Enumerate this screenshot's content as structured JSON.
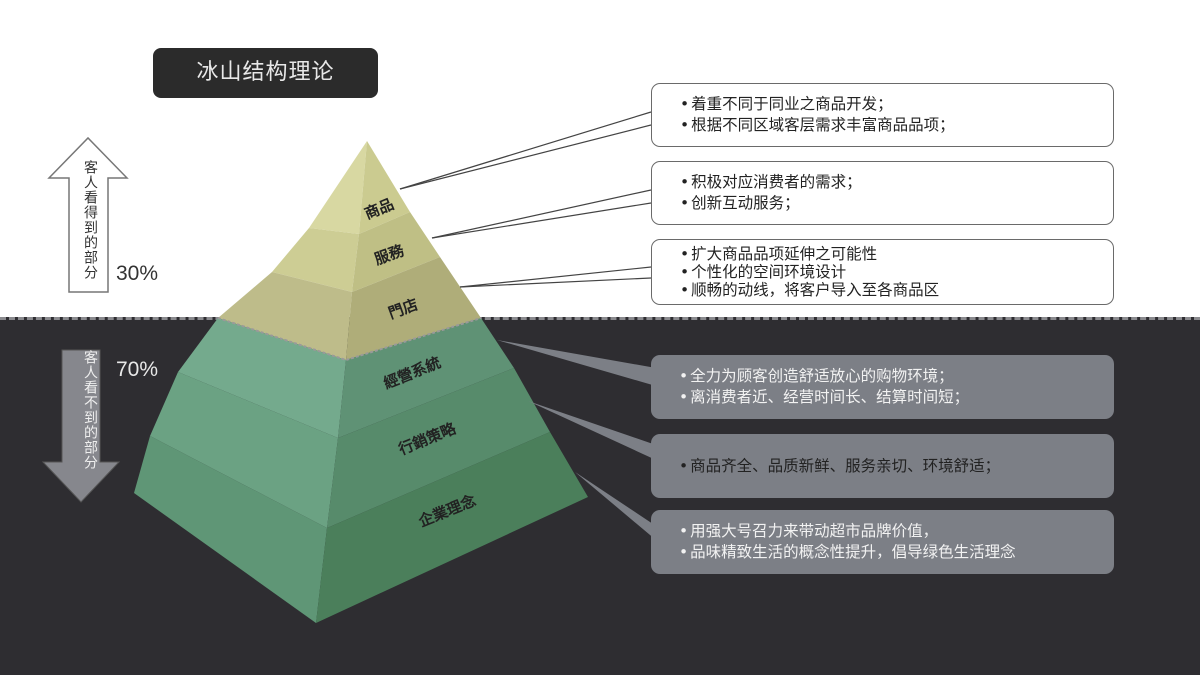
{
  "title": "冰山结构理论",
  "visible_section": {
    "arrow_label": "客人看得到的部分",
    "percent": "30%"
  },
  "hidden_section": {
    "arrow_label": "客人看不到的部分",
    "percent": "70%"
  },
  "pyramid": {
    "layers": [
      {
        "label": "商品",
        "zone": "visible",
        "color_left": "#d6d69e",
        "color_right": "#c9c98e"
      },
      {
        "label": "服務",
        "zone": "visible",
        "color_left": "#cbcb92",
        "color_right": "#bdbd83"
      },
      {
        "label": "門店",
        "zone": "visible",
        "color_left": "#bdbb88",
        "color_right": "#aeac78"
      },
      {
        "label": "經營系統",
        "zone": "hidden",
        "color_left": "#72a88b",
        "color_right": "#5f9174"
      },
      {
        "label": "行銷策略",
        "zone": "hidden",
        "color_left": "#699f81",
        "color_right": "#568a6a"
      },
      {
        "label": "企業理念",
        "zone": "hidden",
        "color_left": "#5e9474",
        "color_right": "#4b7f5b"
      }
    ]
  },
  "callouts": [
    {
      "layer": "商品",
      "lines": [
        "着重不同于同业之商品开发；",
        "根据不同区域客层需求丰富商品品项；"
      ]
    },
    {
      "layer": "服務",
      "lines": [
        "积极对应消费者的需求；",
        "创新互动服务；"
      ]
    },
    {
      "layer": "門店",
      "lines": [
        "扩大商品品项延伸之可能性",
        "个性化的空间环境设计",
        "顺畅的动线，将客户导入至各商品区"
      ]
    },
    {
      "layer": "經營系統",
      "lines": [
        "全力为顾客创造舒适放心的购物环境；",
        "离消费者近、经营时间长、结算时间短；"
      ]
    },
    {
      "layer": "行銷策略",
      "lines": [
        "商品齐全、品质新鲜、服务亲切、环境舒适；"
      ]
    },
    {
      "layer": "企業理念",
      "lines": [
        "用强大号召力来带动超市品牌价值，",
        "品味精致生活的概念性提升，倡导绿色生活理念"
      ]
    }
  ],
  "colors": {
    "dark_background": "#2e2d31",
    "dark_callout": "#7c7f86",
    "title_box": "#2b2b2b"
  }
}
